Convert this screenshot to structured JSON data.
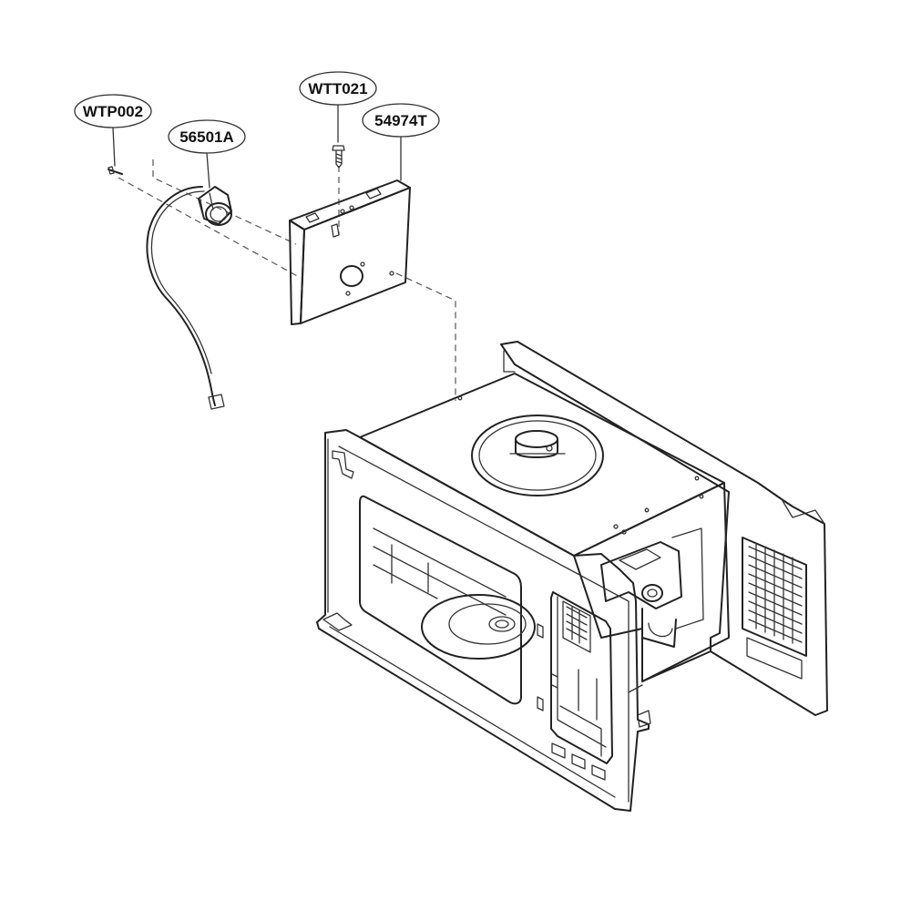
{
  "callouts": {
    "wtp002": "WTP002",
    "p56501a": "56501A",
    "wtt021": "WTT021",
    "p54974t": "54974T"
  },
  "colors": {
    "line": "#222222",
    "background": "#ffffff"
  }
}
